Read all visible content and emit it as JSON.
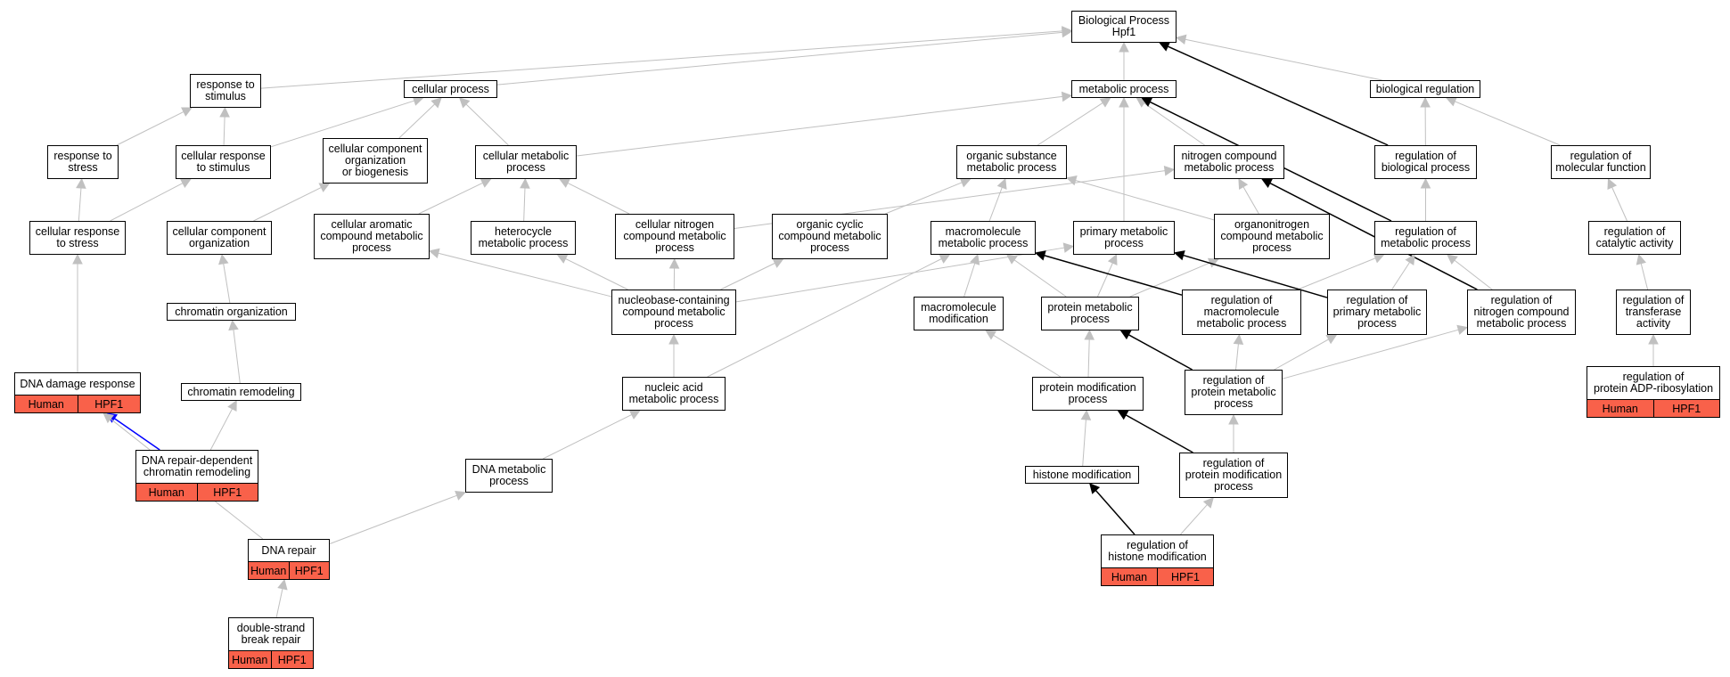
{
  "nodes": [
    {
      "id": "bp",
      "label": [
        "Biological Process",
        "Hpf1"
      ]
    },
    {
      "id": "rts",
      "label": [
        "response to",
        "stimulus"
      ]
    },
    {
      "id": "cp",
      "label": [
        "cellular process"
      ]
    },
    {
      "id": "mp",
      "label": [
        "metabolic process"
      ]
    },
    {
      "id": "br",
      "label": [
        "biological regulation"
      ]
    },
    {
      "id": "rtstress",
      "label": [
        "response to",
        "stress"
      ]
    },
    {
      "id": "crs",
      "label": [
        "cellular response",
        "to stimulus"
      ]
    },
    {
      "id": "ccob",
      "label": [
        "cellular component",
        "organization",
        "or biogenesis"
      ]
    },
    {
      "id": "cmp",
      "label": [
        "cellular metabolic",
        "process"
      ]
    },
    {
      "id": "osmp",
      "label": [
        "organic substance",
        "metabolic process"
      ]
    },
    {
      "id": "ncmp",
      "label": [
        "nitrogen compound",
        "metabolic process"
      ]
    },
    {
      "id": "rbp",
      "label": [
        "regulation of",
        "biological process"
      ]
    },
    {
      "id": "rmf",
      "label": [
        "regulation of",
        "molecular function"
      ]
    },
    {
      "id": "crstress",
      "label": [
        "cellular response",
        "to stress"
      ]
    },
    {
      "id": "cco",
      "label": [
        "cellular component",
        "organization"
      ]
    },
    {
      "id": "cacmp",
      "label": [
        "cellular aromatic",
        "compound metabolic",
        "process"
      ]
    },
    {
      "id": "hmp",
      "label": [
        "heterocycle",
        "metabolic process"
      ]
    },
    {
      "id": "cncmp",
      "label": [
        "cellular nitrogen",
        "compound metabolic",
        "process"
      ]
    },
    {
      "id": "occmp",
      "label": [
        "organic cyclic",
        "compound metabolic",
        "process"
      ]
    },
    {
      "id": "macmp",
      "label": [
        "macromolecule",
        "metabolic process"
      ]
    },
    {
      "id": "pmp",
      "label": [
        "primary metabolic",
        "process"
      ]
    },
    {
      "id": "oncmp",
      "label": [
        "organonitrogen",
        "compound metabolic",
        "process"
      ]
    },
    {
      "id": "rmp",
      "label": [
        "regulation of",
        "metabolic process"
      ]
    },
    {
      "id": "rca",
      "label": [
        "regulation of",
        "catalytic activity"
      ]
    },
    {
      "id": "co",
      "label": [
        "chromatin organization"
      ]
    },
    {
      "id": "nccmp",
      "label": [
        "nucleobase-containing",
        "compound metabolic",
        "process"
      ]
    },
    {
      "id": "mm",
      "label": [
        "macromolecule",
        "modification"
      ]
    },
    {
      "id": "prmp",
      "label": [
        "protein metabolic",
        "process"
      ]
    },
    {
      "id": "rmacmp",
      "label": [
        "regulation of",
        "macromolecule",
        "metabolic process"
      ]
    },
    {
      "id": "rpmp",
      "label": [
        "regulation of",
        "primary metabolic",
        "process"
      ]
    },
    {
      "id": "rncmp",
      "label": [
        "regulation of",
        "nitrogen compound",
        "metabolic process"
      ]
    },
    {
      "id": "rta",
      "label": [
        "regulation of",
        "transferase",
        "activity"
      ]
    },
    {
      "id": "ddr",
      "label": [
        "DNA damage response"
      ],
      "ann": [
        "Human",
        "HPF1"
      ]
    },
    {
      "id": "cr",
      "label": [
        "chromatin remodeling"
      ]
    },
    {
      "id": "namp",
      "label": [
        "nucleic acid",
        "metabolic process"
      ]
    },
    {
      "id": "pm",
      "label": [
        "protein modification",
        "process"
      ]
    },
    {
      "id": "rprmp",
      "label": [
        "regulation of",
        "protein metabolic",
        "process"
      ]
    },
    {
      "id": "rpar",
      "label": [
        "regulation of",
        "protein ADP-ribosylation"
      ],
      "ann": [
        "Human",
        "HPF1"
      ]
    },
    {
      "id": "drdcr",
      "label": [
        "DNA repair-dependent",
        "chromatin remodeling"
      ],
      "ann": [
        "Human",
        "HPF1"
      ]
    },
    {
      "id": "dmp",
      "label": [
        "DNA metabolic",
        "process"
      ]
    },
    {
      "id": "hm",
      "label": [
        "histone modification"
      ]
    },
    {
      "id": "rpm",
      "label": [
        "regulation of",
        "protein modification",
        "process"
      ]
    },
    {
      "id": "dr",
      "label": [
        "DNA repair"
      ],
      "ann": [
        "Human",
        "HPF1"
      ]
    },
    {
      "id": "rhm",
      "label": [
        "regulation of",
        "histone modification"
      ],
      "ann": [
        "Human",
        "HPF1"
      ]
    },
    {
      "id": "dsbr",
      "label": [
        "double-strand",
        "break repair"
      ],
      "ann": [
        "Human",
        "HPF1"
      ]
    }
  ],
  "edges": [
    {
      "from": "rts",
      "to": "bp",
      "kind": "is_a"
    },
    {
      "from": "cp",
      "to": "bp",
      "kind": "is_a"
    },
    {
      "from": "mp",
      "to": "bp",
      "kind": "is_a"
    },
    {
      "from": "br",
      "to": "bp",
      "kind": "is_a"
    },
    {
      "from": "rbp",
      "to": "bp",
      "kind": "regulates"
    },
    {
      "from": "rtstress",
      "to": "rts",
      "kind": "is_a"
    },
    {
      "from": "crs",
      "to": "rts",
      "kind": "is_a"
    },
    {
      "from": "crs",
      "to": "cp",
      "kind": "is_a"
    },
    {
      "from": "ccob",
      "to": "cp",
      "kind": "is_a"
    },
    {
      "from": "cmp",
      "to": "cp",
      "kind": "is_a"
    },
    {
      "from": "cmp",
      "to": "mp",
      "kind": "is_a"
    },
    {
      "from": "osmp",
      "to": "mp",
      "kind": "is_a"
    },
    {
      "from": "ncmp",
      "to": "mp",
      "kind": "is_a"
    },
    {
      "from": "pmp",
      "to": "mp",
      "kind": "is_a"
    },
    {
      "from": "rmp",
      "to": "mp",
      "kind": "regulates"
    },
    {
      "from": "rbp",
      "to": "br",
      "kind": "is_a"
    },
    {
      "from": "rmf",
      "to": "br",
      "kind": "is_a"
    },
    {
      "from": "crstress",
      "to": "rtstress",
      "kind": "is_a"
    },
    {
      "from": "crstress",
      "to": "crs",
      "kind": "is_a"
    },
    {
      "from": "cco",
      "to": "ccob",
      "kind": "is_a"
    },
    {
      "from": "cacmp",
      "to": "cmp",
      "kind": "is_a"
    },
    {
      "from": "hmp",
      "to": "cmp",
      "kind": "is_a"
    },
    {
      "from": "cncmp",
      "to": "cmp",
      "kind": "is_a"
    },
    {
      "from": "cncmp",
      "to": "ncmp",
      "kind": "is_a"
    },
    {
      "from": "occmp",
      "to": "osmp",
      "kind": "is_a"
    },
    {
      "from": "macmp",
      "to": "osmp",
      "kind": "is_a"
    },
    {
      "from": "oncmp",
      "to": "osmp",
      "kind": "is_a"
    },
    {
      "from": "oncmp",
      "to": "ncmp",
      "kind": "is_a"
    },
    {
      "from": "rmp",
      "to": "rbp",
      "kind": "is_a"
    },
    {
      "from": "rncmp",
      "to": "ncmp",
      "kind": "regulates"
    },
    {
      "from": "rca",
      "to": "rmf",
      "kind": "is_a"
    },
    {
      "from": "co",
      "to": "cco",
      "kind": "is_a"
    },
    {
      "from": "nccmp",
      "to": "cacmp",
      "kind": "is_a"
    },
    {
      "from": "nccmp",
      "to": "hmp",
      "kind": "is_a"
    },
    {
      "from": "nccmp",
      "to": "cncmp",
      "kind": "is_a"
    },
    {
      "from": "nccmp",
      "to": "occmp",
      "kind": "is_a"
    },
    {
      "from": "nccmp",
      "to": "pmp",
      "kind": "is_a"
    },
    {
      "from": "mm",
      "to": "macmp",
      "kind": "is_a"
    },
    {
      "from": "prmp",
      "to": "macmp",
      "kind": "is_a"
    },
    {
      "from": "prmp",
      "to": "pmp",
      "kind": "is_a"
    },
    {
      "from": "prmp",
      "to": "oncmp",
      "kind": "is_a"
    },
    {
      "from": "rmacmp",
      "to": "macmp",
      "kind": "regulates"
    },
    {
      "from": "rmacmp",
      "to": "rmp",
      "kind": "is_a"
    },
    {
      "from": "rpmp",
      "to": "pmp",
      "kind": "regulates"
    },
    {
      "from": "rpmp",
      "to": "rmp",
      "kind": "is_a"
    },
    {
      "from": "rncmp",
      "to": "rmp",
      "kind": "is_a"
    },
    {
      "from": "rta",
      "to": "rca",
      "kind": "is_a"
    },
    {
      "from": "ddr",
      "to": "crstress",
      "kind": "is_a"
    },
    {
      "from": "cr",
      "to": "co",
      "kind": "is_a"
    },
    {
      "from": "namp",
      "to": "nccmp",
      "kind": "is_a"
    },
    {
      "from": "namp",
      "to": "macmp",
      "kind": "is_a"
    },
    {
      "from": "pm",
      "to": "mm",
      "kind": "is_a"
    },
    {
      "from": "pm",
      "to": "prmp",
      "kind": "is_a"
    },
    {
      "from": "rprmp",
      "to": "prmp",
      "kind": "regulates"
    },
    {
      "from": "rprmp",
      "to": "rmacmp",
      "kind": "is_a"
    },
    {
      "from": "rprmp",
      "to": "rpmp",
      "kind": "is_a"
    },
    {
      "from": "rprmp",
      "to": "rncmp",
      "kind": "is_a"
    },
    {
      "from": "rpar",
      "to": "rta",
      "kind": "is_a"
    },
    {
      "from": "drdcr",
      "to": "ddr",
      "kind": "part_of"
    },
    {
      "from": "drdcr",
      "to": "cr",
      "kind": "is_a"
    },
    {
      "from": "dmp",
      "to": "namp",
      "kind": "is_a"
    },
    {
      "from": "hm",
      "to": "pm",
      "kind": "is_a"
    },
    {
      "from": "rpm",
      "to": "pm",
      "kind": "regulates"
    },
    {
      "from": "rpm",
      "to": "rprmp",
      "kind": "is_a"
    },
    {
      "from": "dr",
      "to": "ddr",
      "kind": "is_a"
    },
    {
      "from": "dr",
      "to": "dmp",
      "kind": "is_a"
    },
    {
      "from": "rhm",
      "to": "hm",
      "kind": "regulates"
    },
    {
      "from": "rhm",
      "to": "rpm",
      "kind": "is_a"
    },
    {
      "from": "dsbr",
      "to": "dr",
      "kind": "is_a"
    }
  ],
  "colors": {
    "is_a": "#c0c0c0",
    "regulates": "#000000",
    "part_of": "#0000ff",
    "annotation_fill": "#f9614a"
  }
}
